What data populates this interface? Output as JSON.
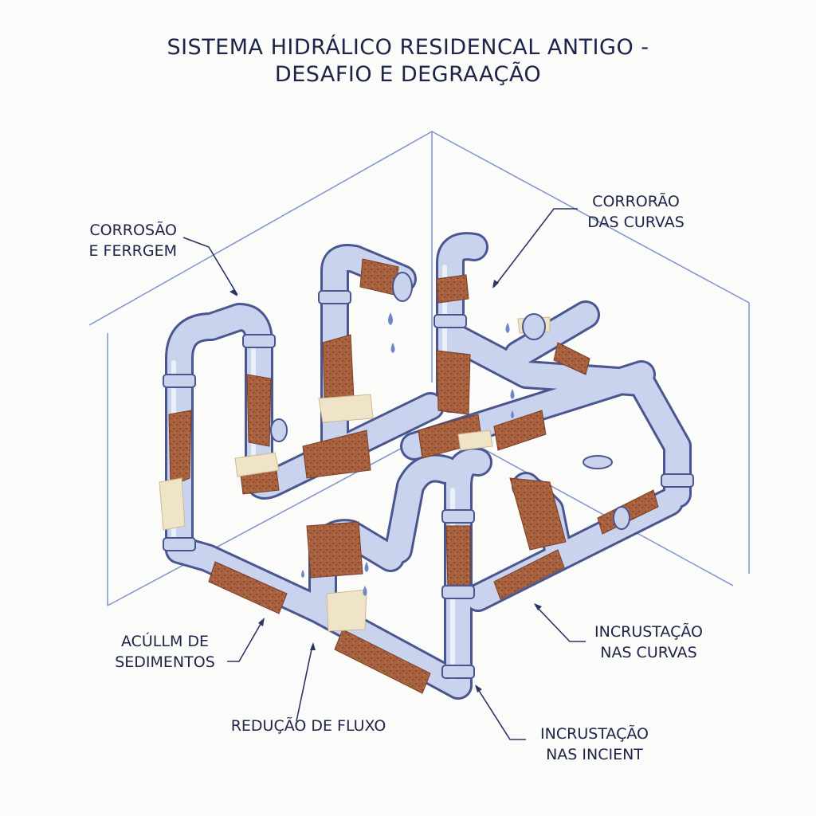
{
  "title": {
    "line1": "SISTEMA HIDRÁLICO RESIDENCAL ANTIGO -",
    "line2": "DESAFIO E DEGRAAÇÃO"
  },
  "callouts": {
    "corrosion": {
      "line1": "CORROSÃO",
      "line2": "E FERRGEM"
    },
    "bends_corrosion": {
      "line1": "CORRORÃO",
      "line2": "DAS CURVAS"
    },
    "sediment": {
      "line1": "ACÚLLM DE",
      "line2": "SEDIMENTOS"
    },
    "flow": {
      "line1": "REDUÇÃO DE FLUXO"
    },
    "scale_bends": {
      "line1": "INCRUSTAÇÃO",
      "line2": "NAS CURVAS"
    },
    "scale_incient": {
      "line1": "INCRUSTAÇÃO",
      "line2": "NAS INCIENT"
    }
  },
  "colors": {
    "pipe": "#c9d3ee",
    "pipe_edge": "#4a5690",
    "rust": "#a8623f",
    "rust_dark": "#7b3e26",
    "deposit": "#efe3c8",
    "water": "#6f86c9",
    "wall_line": "#7f95c9"
  }
}
